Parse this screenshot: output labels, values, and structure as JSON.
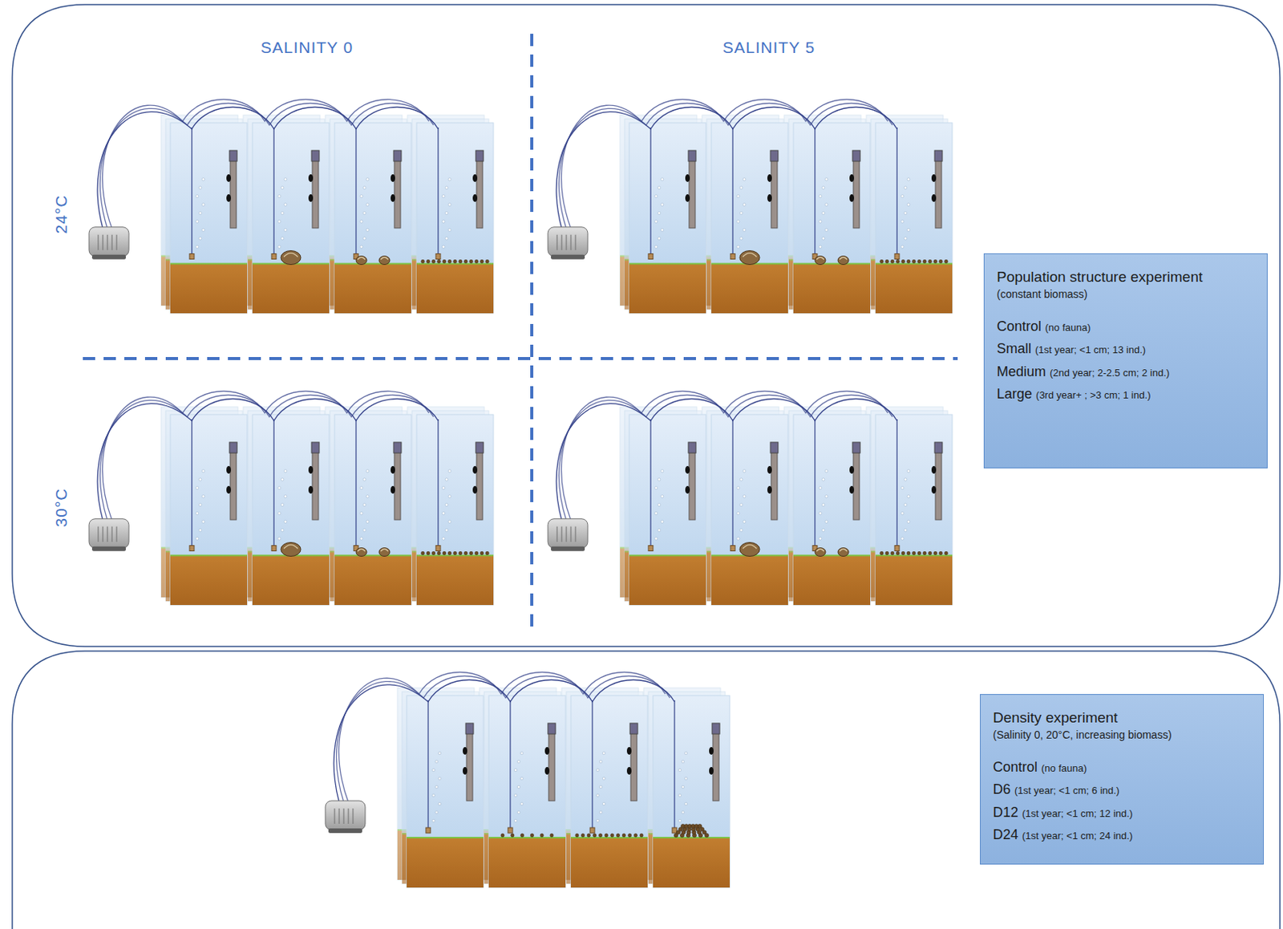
{
  "diagram": {
    "nodes": [
      {
        "text": [
          "Population structure experiment (constant biomass)",
          "Control (no fauna)",
          "Small (1st year; <1 cm; 13 ind.)",
          "Medium (2nd year; 2-2.5 cm; 2 ind.)",
          "Large (3rd year+ ; >3 cm; 1 ind.)"
        ]
      },
      {
        "text": [
          "Density experiment (Salinity 0, 20°C, increasing biomass)",
          "Control (no fauna)",
          "D6 (1st year; <1 cm; 6 ind.)",
          "D12 (1st year; <1 cm; 12 ind.)",
          "D24 (1st year; <1 cm; 24 ind.)"
        ]
      }
    ],
    "labels": [
      "SALINITY 0",
      "SALINITY 5",
      "24°C",
      "30°C"
    ]
  }
}
